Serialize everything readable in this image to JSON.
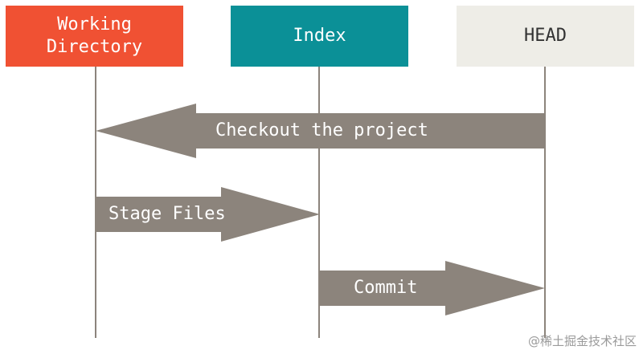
{
  "diagram": {
    "nodes": {
      "working_directory": {
        "label": "Working\nDirectory",
        "color": "#f05133"
      },
      "index": {
        "label": "Index",
        "color": "#0b9097"
      },
      "head": {
        "label": "HEAD",
        "color": "#eeede7"
      }
    },
    "arrows": {
      "checkout": {
        "label": "Checkout the project",
        "from": "HEAD",
        "to": "Working Directory"
      },
      "stage": {
        "label": "Stage Files",
        "from": "Working Directory",
        "to": "Index"
      },
      "commit": {
        "label": "Commit",
        "from": "Index",
        "to": "HEAD"
      }
    },
    "arrow_color": "#8c847c",
    "lifeline_color": "#8c847c"
  },
  "watermark": "@稀土掘金技术社区"
}
